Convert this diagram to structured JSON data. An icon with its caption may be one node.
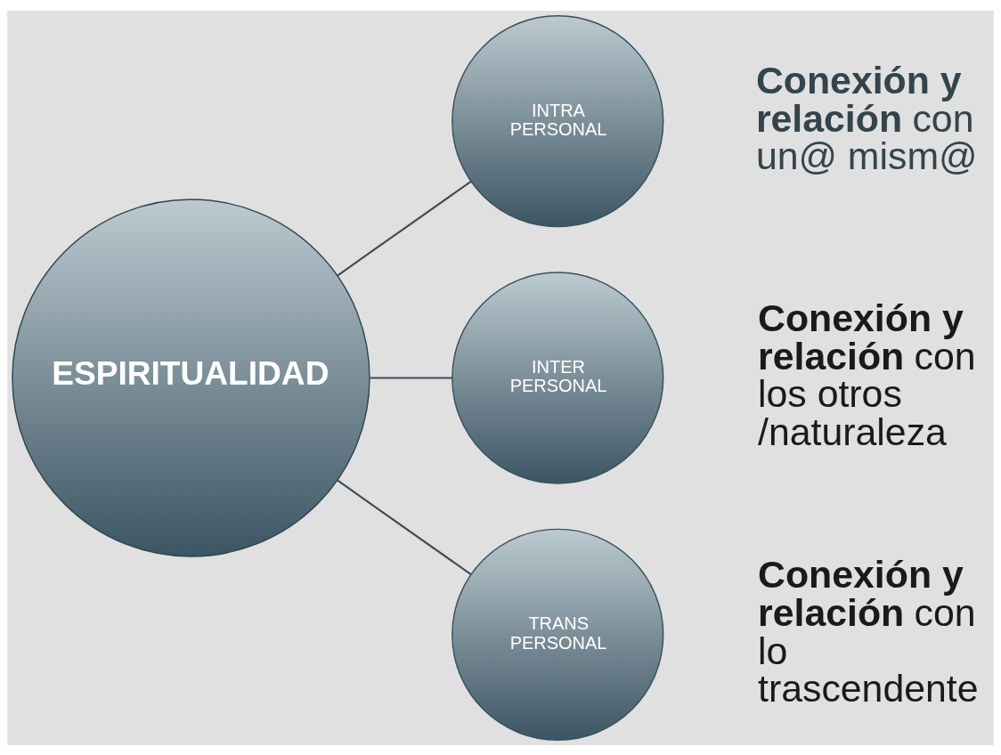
{
  "diagram": {
    "nodes": [
      {
        "text": [
          "ESPIRITUALIDAD"
        ]
      },
      {
        "text": [
          "INTRA PERSONAL"
        ],
        "beside": [
          "**Conexión y relación** con un@ mism@"
        ]
      },
      {
        "text": [
          "INTER PERSONAL"
        ],
        "beside": [
          "**Conexión y relación** con los otros /naturaleza"
        ]
      },
      {
        "text": [
          "TRANS PERSONAL"
        ],
        "beside": [
          "**Conexión y relación** con lo trascendente"
        ]
      }
    ],
    "edges": [
      {
        "from": 0,
        "to": 1,
        "arrow": "none"
      },
      {
        "from": 0,
        "to": 2,
        "arrow": "none"
      },
      {
        "from": 0,
        "to": 3,
        "arrow": "none"
      }
    ]
  }
}
